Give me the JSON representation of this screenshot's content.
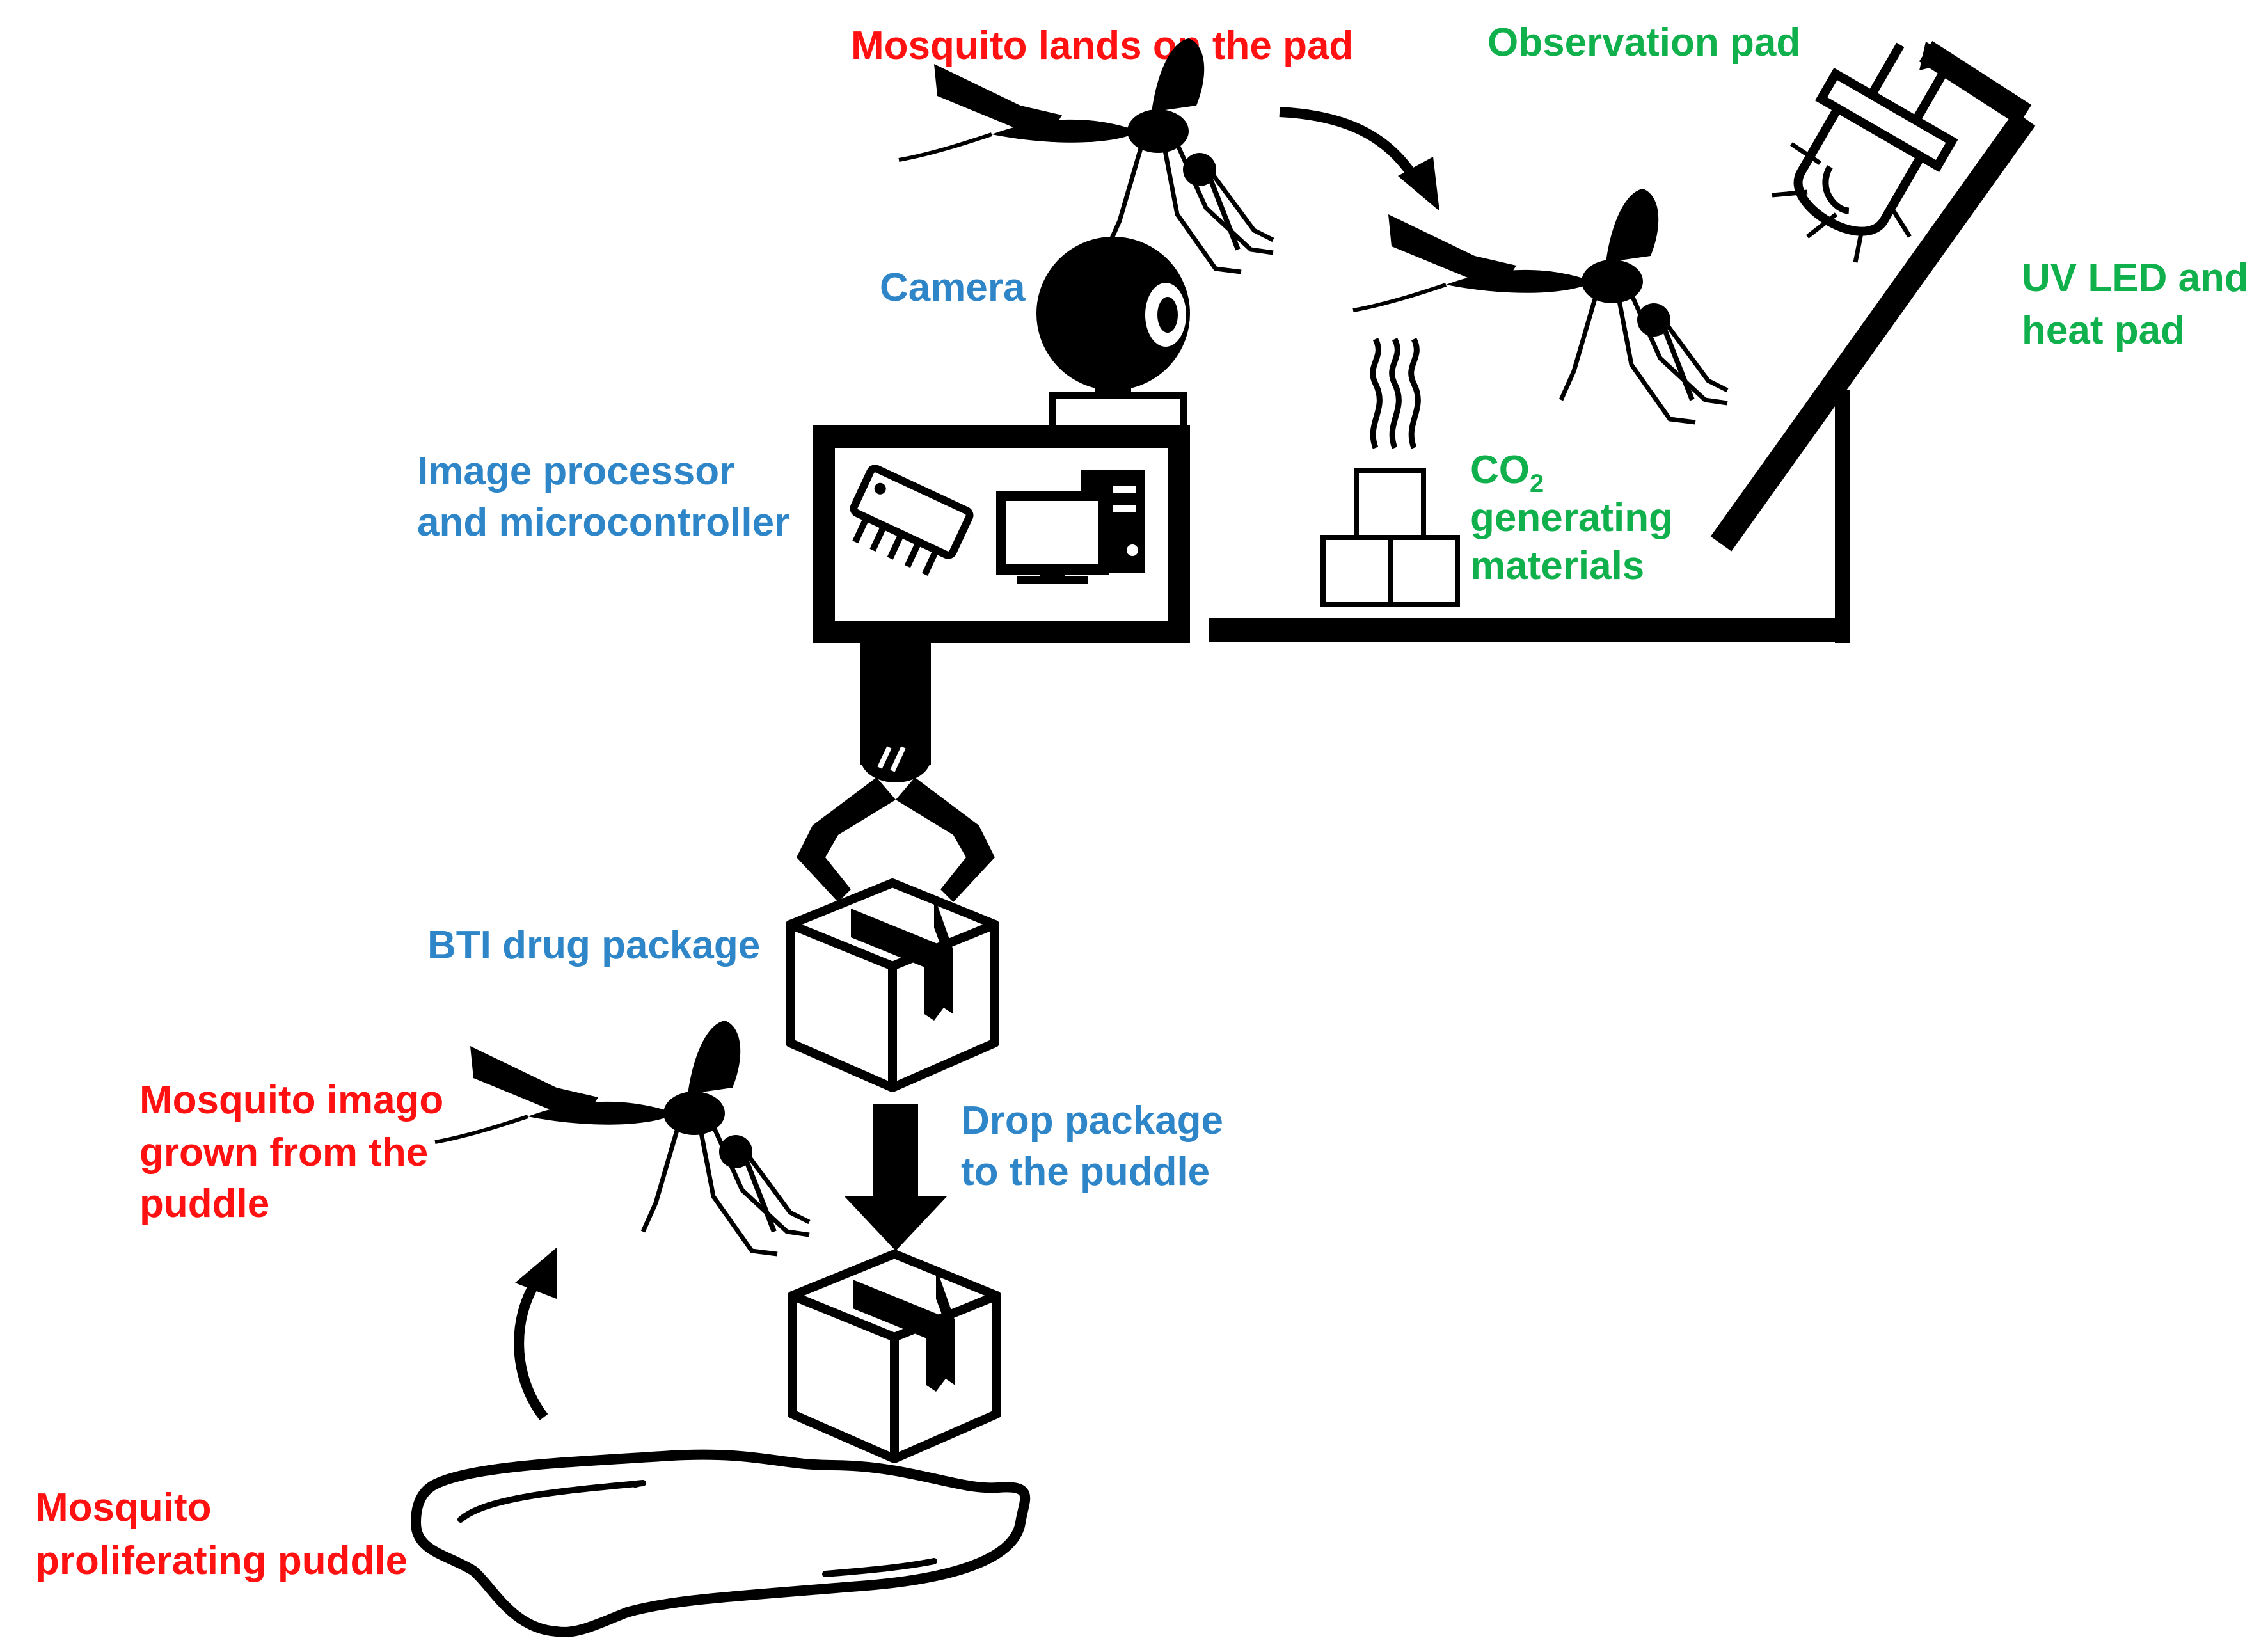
{
  "labels": {
    "mosquito_lands": "Mosquito lands on the pad",
    "observation_pad": "Observation pad",
    "uv_led_line1": "UV LED and",
    "uv_led_line2": "heat pad",
    "camera": "Camera",
    "image_processor_line1": "Image processor",
    "image_processor_line2": "and microcontroller",
    "co2_main": "CO",
    "co2_sub": "2",
    "co2_line2": "generating",
    "co2_line3": "materials",
    "bti_package": "BTI  drug package",
    "drop_line1": "Drop package",
    "drop_line2": "to the puddle",
    "imago_line1": "Mosquito imago",
    "imago_line2": "grown from the",
    "imago_line3": "puddle",
    "puddle_line1": "Mosquito",
    "puddle_line2": "proliferating puddle"
  },
  "colors": {
    "red_label": "#ff1111",
    "blue_label": "#2e86c8",
    "green_label": "#10b04c",
    "ink": "#000000"
  },
  "icons": [
    "mosquito-icon",
    "camera-icon",
    "microchip-icon",
    "desktop-computer-icon",
    "led-bulb-icon",
    "steaming-boxes-icon",
    "robotic-gripper-icon",
    "package-box-icon",
    "down-arrow-icon",
    "curved-arrow-icon",
    "puddle-icon"
  ]
}
